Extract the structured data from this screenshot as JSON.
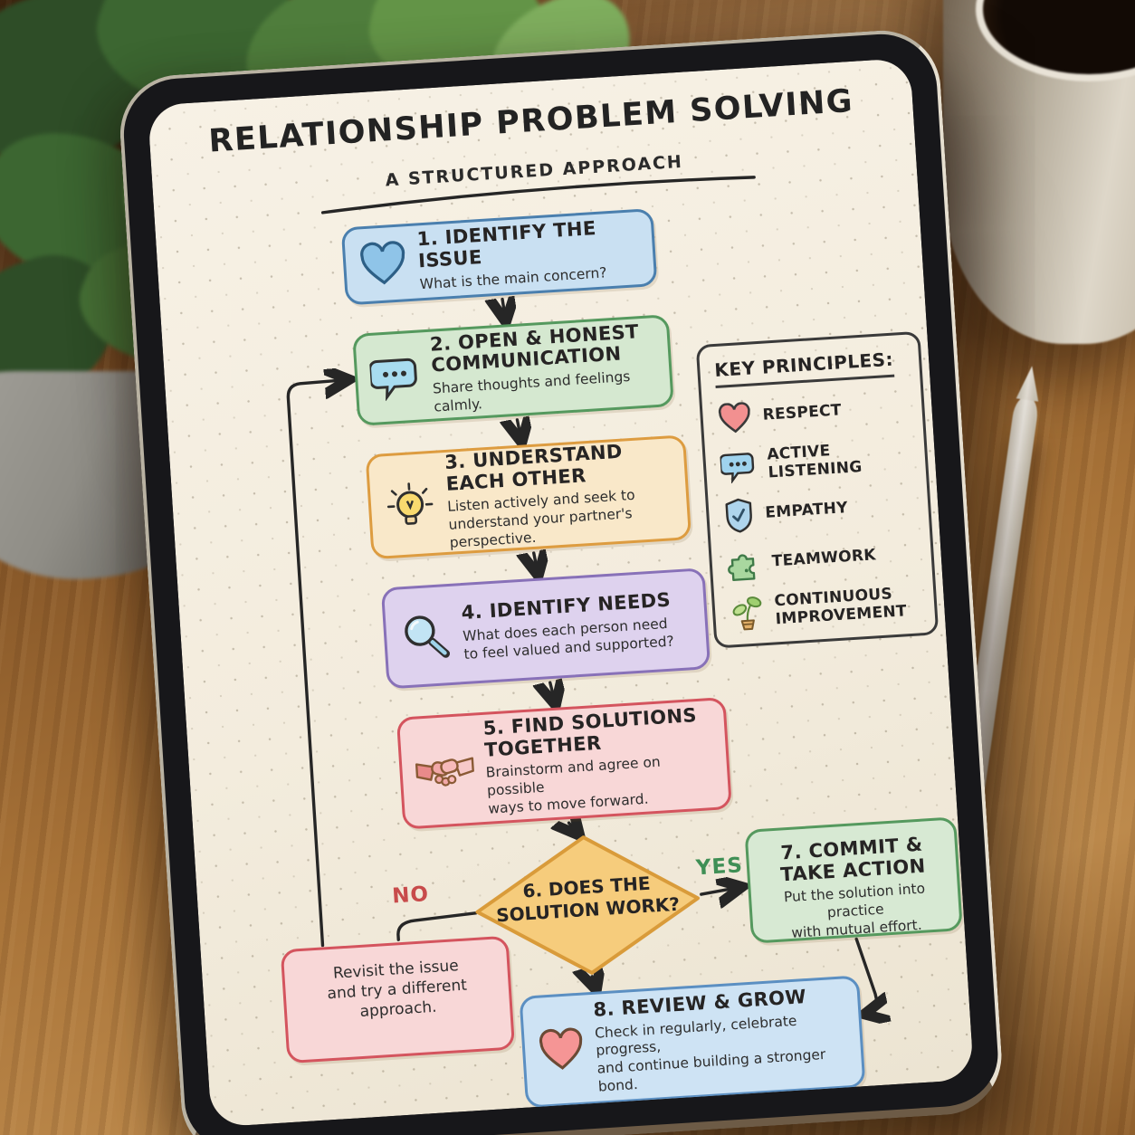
{
  "poster": {
    "title": "RELATIONSHIP PROBLEM SOLVING",
    "subtitle": "A STRUCTURED APPROACH"
  },
  "steps": [
    {
      "title": "1. IDENTIFY THE ISSUE",
      "desc": "What is the main concern?",
      "icon": "heart-icon",
      "fill": "#c9e0f2",
      "border": "#4a7fae"
    },
    {
      "title": "2. OPEN & HONEST\nCOMMUNICATION",
      "desc": "Share thoughts and feelings calmly.",
      "icon": "chat-bubble-icon",
      "fill": "#d5e8d0",
      "border": "#55995e"
    },
    {
      "title": "3. UNDERSTAND\nEACH OTHER",
      "desc": "Listen actively and seek to\nunderstand your partner's perspective.",
      "icon": "lightbulb-icon",
      "fill": "#f9e8c9",
      "border": "#dd9c40"
    },
    {
      "title": "4. IDENTIFY NEEDS",
      "desc": "What does each person need\nto feel valued and supported?",
      "icon": "magnifier-icon",
      "fill": "#ded2ee",
      "border": "#8871b8"
    },
    {
      "title": "5. FIND SOLUTIONS\nTOGETHER",
      "desc": "Brainstorm and agree on possible\nways to move forward.",
      "icon": "handshake-icon",
      "fill": "#f8d7d7",
      "border": "#d4545e"
    }
  ],
  "decision": {
    "title": "6. DOES THE\nSOLUTION WORK?",
    "yes_label": "YES",
    "no_label": "NO",
    "fill": "#f6cc7c",
    "border": "#d99b3a",
    "yes_color": "#3f8f55",
    "no_color": "#c84b4b"
  },
  "commit": {
    "title": "7. COMMIT &\nTAKE ACTION",
    "desc": "Put the solution into practice\nwith mutual effort.",
    "fill": "#d7e9d3",
    "border": "#55995e"
  },
  "review": {
    "title": "8. REVIEW & GROW",
    "desc": "Check in regularly, celebrate progress,\nand continue building a stronger bond.",
    "icon": "heart-icon",
    "fill": "#cee3f4",
    "border": "#5b8fc2"
  },
  "loopback": {
    "text": "Revisit the issue\nand try a different\napproach.",
    "fill": "#f8d7d7",
    "border": "#d4545e"
  },
  "key_principles": {
    "title": "KEY PRINCIPLES:",
    "items": [
      {
        "label": "RESPECT",
        "icon": "heart-icon"
      },
      {
        "label": "ACTIVE LISTENING",
        "icon": "chat-bubble-icon"
      },
      {
        "label": "EMPATHY",
        "icon": "shield-check-icon"
      },
      {
        "label": "TEAMWORK",
        "icon": "puzzle-icon"
      },
      {
        "label": "CONTINUOUS\nIMPROVEMENT",
        "icon": "sprout-icon"
      }
    ]
  },
  "scene": {
    "objects": [
      "wooden-desk",
      "potted-plant",
      "coffee-mug",
      "stylus",
      "tablet"
    ],
    "screen_background": "#f4eee1",
    "ink_color": "#262626"
  }
}
